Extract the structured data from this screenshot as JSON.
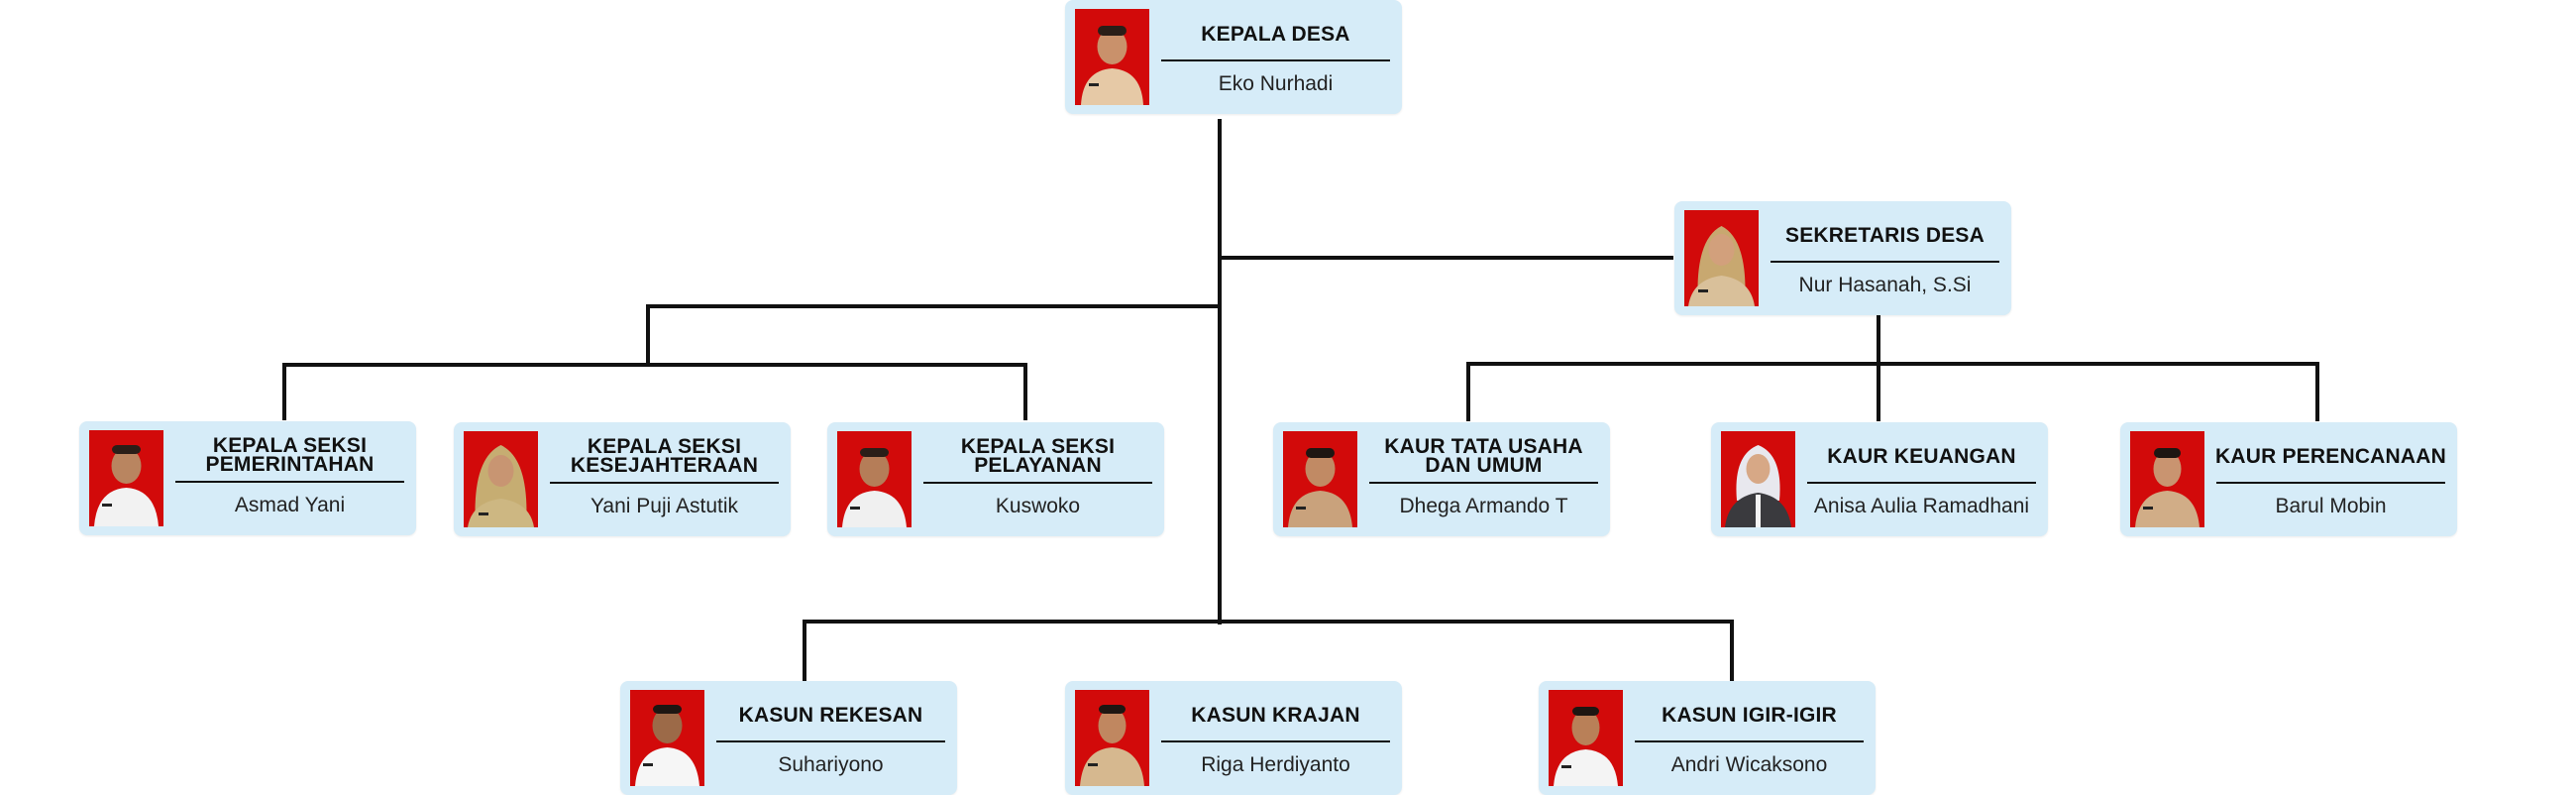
{
  "org": {
    "kepala": {
      "title": "KEPALA DESA",
      "name": "Eko Nurhadi"
    },
    "sekretaris": {
      "title": "SEKRETARIS DESA",
      "name": "Nur Hasanah, S.Si"
    },
    "kasi_pemerintahan": {
      "title": "KEPALA SEKSI PEMERINTAHAN",
      "name": "Asmad Yani"
    },
    "kasi_kesejahteraan": {
      "title": "KEPALA SEKSI KESEJAHTERAAN",
      "name": "Yani Puji Astutik"
    },
    "kasi_pelayanan": {
      "title": "KEPALA SEKSI PELAYANAN",
      "name": "Kuswoko"
    },
    "kaur_tu": {
      "title": "KAUR TATA USAHA DAN UMUM",
      "name": "Dhega Armando T"
    },
    "kaur_keuangan": {
      "title": "KAUR KEUANGAN",
      "name": "Anisa Aulia Ramadhani"
    },
    "kaur_perencanaan": {
      "title": "KAUR PERENCANAAN",
      "name": "Barul Mobin"
    },
    "kasun_rekesan": {
      "title": "KASUN REKESAN",
      "name": "Suhariyono"
    },
    "kasun_krajan": {
      "title": "KASUN KRAJAN",
      "name": "Riga Herdiyanto"
    },
    "kasun_igir": {
      "title": "KASUN IGIR-IGIR",
      "name": "Andri Wicaksono"
    }
  },
  "colors": {
    "card": "#d6ecf8",
    "photo_bg": "#d20a0a",
    "line": "#111111"
  }
}
